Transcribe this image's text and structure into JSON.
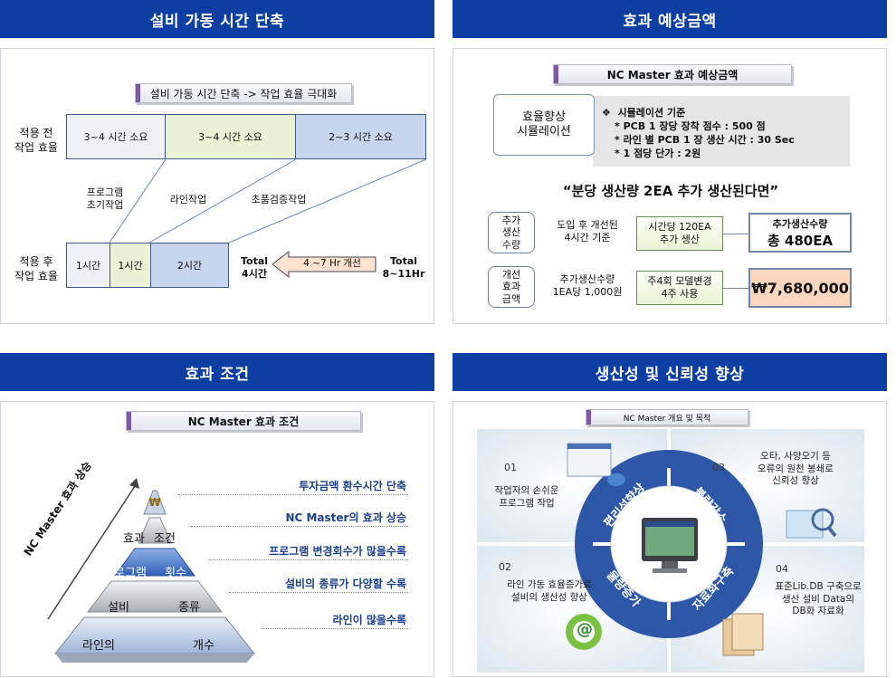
{
  "q1": {
    "title": "설비 가동 시간 단축",
    "subtag": "설비 가동 시간 단축 -> 작업 효율 극대화",
    "before_label_1": "적용 전",
    "before_label_2": "작업 효율",
    "after_label_1": "적용 후",
    "after_label_2": "작업 효율",
    "before_cells": [
      "3~4 시간 소요",
      "3~4 시간 소요",
      "2~3 시간 소요"
    ],
    "stage_1a": "프로그램",
    "stage_1b": "초기작업",
    "stage_2": "라인작업",
    "stage_3": "초품검증작업",
    "after_cells": [
      "1시간",
      "1시간",
      "2시간"
    ],
    "total_after_1": "Total",
    "total_after_2": "4시간",
    "arrow_text": "4 ~7 Hr 개선",
    "total_before_1": "Total",
    "total_before_2": "8~11Hr"
  },
  "q2": {
    "title": "효과 예상금액",
    "subtag": "NC Master 효과 예상금액",
    "sim_1": "효율향상",
    "sim_2": "시뮬레이션",
    "criteria_head": "시뮬레이션 기준",
    "criteria": [
      "*  PCB 1 장당 장착 점수 : 500 점",
      "*  라인 별 PCB 1 장 생산 시간 : 30 Sec",
      "*  1 점당 단가 : 2원"
    ],
    "quote": "“분당 생산량 2EA 추가 생산된다면”",
    "row1": {
      "tag": [
        "추가",
        "생산",
        "수량"
      ],
      "desc_1": "도입 후 개선된",
      "desc_2": "4시간 기준",
      "box_1": "시간당 120EA",
      "box_2": "추가 생산",
      "result_1": "추가생산수량",
      "result_2": "총 480EA"
    },
    "row2": {
      "tag": [
        "개선",
        "효과",
        "금액"
      ],
      "desc_1": "추가생산수량",
      "desc_2": "1EA당 1,000원",
      "box_1": "주4회 모델변경",
      "box_2": "4주 사용",
      "result": "₩7,680,000"
    }
  },
  "q3": {
    "title": "효과 조건",
    "subtag": "NC Master 효과  조건",
    "axis_label": "NC Master 효과 상승",
    "top_symbol": "₩",
    "levels": [
      {
        "a": "효과",
        "b": "조건"
      },
      {
        "a": "프로그램",
        "b": "횟수"
      },
      {
        "a": "설비",
        "b": "종류"
      },
      {
        "a": "라인의",
        "b": "개수"
      }
    ],
    "conditions": [
      "투자금액 환수시간 단축",
      "NC Master의 효과 상승",
      "프로그램 변경회수가 많을수록",
      "설비의 종류가 다양할 수록",
      "라인이 많을수록"
    ]
  },
  "q4": {
    "title": "생산성 및 신뢰성 향상",
    "subtag": "NC Master 개요 및 목적",
    "items": [
      {
        "num": "01",
        "line1": "작업자의 손쉬운",
        "line2": "프로그램 작업",
        "line3": ""
      },
      {
        "num": "02",
        "line1": "라인 가동 효율증가로",
        "line2": "설비의 생산성 향상",
        "line3": ""
      },
      {
        "num": "03",
        "line1": "오타, 사양오기 등",
        "line2": "오류의 원천 봉쇄로",
        "line3": "신뢰성 향상"
      },
      {
        "num": "04",
        "line1": "표준Lib.DB 구축으로",
        "line2": "생산 설비 Data의",
        "line3": "DB화 자료화"
      }
    ],
    "ring": [
      "편리성향상",
      "불량감소",
      "물량증가",
      "자료화구축"
    ]
  },
  "colors": {
    "title_bg": "#0d3fa3",
    "accent_text": "#1b3f8c"
  }
}
